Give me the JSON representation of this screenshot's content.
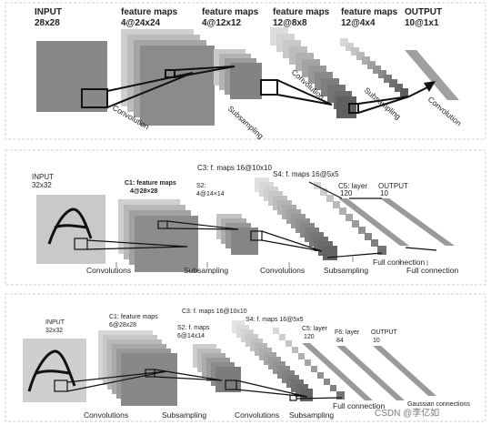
{
  "panel1": {
    "layers": [
      {
        "name": "INPUT",
        "size": "28x28"
      },
      {
        "name": "feature maps",
        "size": "4@24x24"
      },
      {
        "name": "feature maps",
        "size": "4@12x12"
      },
      {
        "name": "feature maps",
        "size": "12@8x8"
      },
      {
        "name": "feature maps",
        "size": "12@4x4"
      },
      {
        "name": "OUTPUT",
        "size": "10@1x1"
      }
    ],
    "ops": [
      "Convolution",
      "Subsampling",
      "Convolution",
      "Subsampling",
      "Convolution"
    ]
  },
  "panel2": {
    "layers": [
      {
        "name": "INPUT",
        "size": "32x32"
      },
      {
        "name": "C1: feature maps",
        "size": "4@28×28"
      },
      {
        "name": "S2:",
        "size": "4@14×14"
      },
      {
        "name": "C3: f. maps 16@10x10"
      },
      {
        "name": "S4: f. maps 16@5x5"
      },
      {
        "name": "C5: layer",
        "size": "120"
      },
      {
        "name": "OUTPUT",
        "size": "10"
      }
    ],
    "ops": [
      "Convolutions",
      "Subsampling",
      "Convolutions",
      "Subsampling",
      "Full connection",
      "Full connection"
    ]
  },
  "panel3": {
    "layers": [
      {
        "name": "INPUT",
        "size": "32x32"
      },
      {
        "name": "C1: feature maps",
        "size": "6@28x28"
      },
      {
        "name": "S2: f. maps",
        "size": "6@14x14"
      },
      {
        "name": "C3: f. maps 16@10x10"
      },
      {
        "name": "S4: f. maps 16@5x5"
      },
      {
        "name": "C5: layer",
        "size": "120"
      },
      {
        "name": "F6: layer",
        "size": "84"
      },
      {
        "name": "OUTPUT",
        "size": "10"
      }
    ],
    "ops": [
      "Convolutions",
      "Subsampling",
      "Convolutions",
      "Subsampling",
      "Full connection",
      "Gaussian connections"
    ]
  },
  "watermark": "CSDN @李亿如"
}
